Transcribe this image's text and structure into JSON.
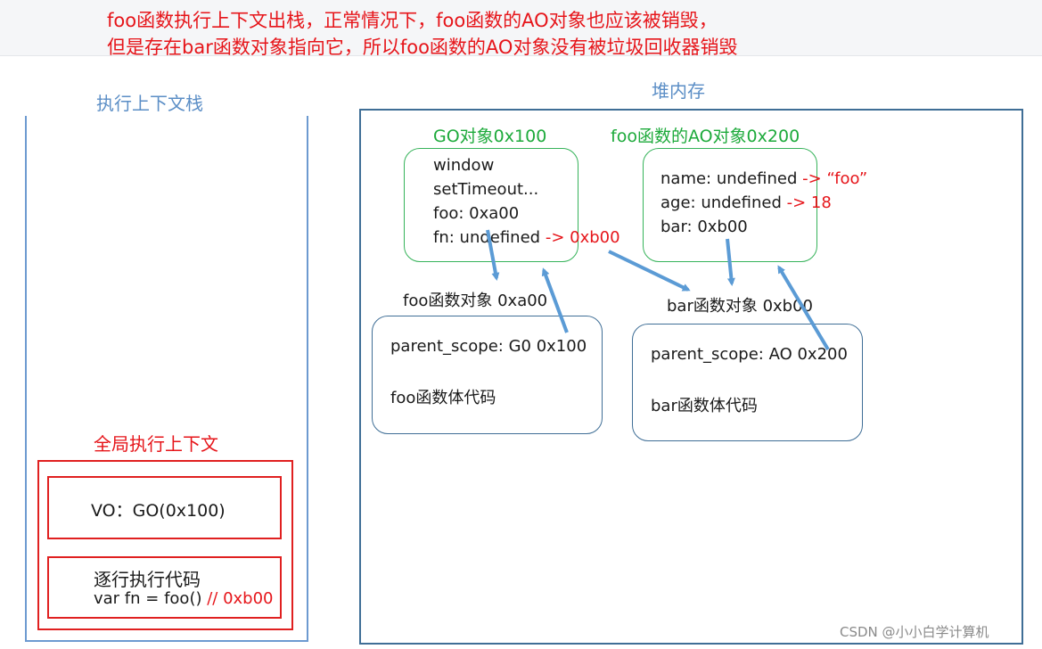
{
  "header": {
    "line1": "foo函数执行上下文出栈，正常情况下，foo函数的AO对象也应该被销毁，",
    "line2": "但是存在bar函数对象指向它，所以foo函数的AO对象没有被垃圾回收器销毁"
  },
  "stack": {
    "title": "执行上下文栈",
    "global_ctx_title": "全局执行上下文",
    "vo_label": "VO：GO(0x100)",
    "code_title": "逐行执行代码",
    "code_line": "var fn = foo()",
    "code_comment": "// 0xb00"
  },
  "heap": {
    "title": "堆内存",
    "go": {
      "title": "GO对象0x100",
      "items": [
        "window",
        "setTimeout...",
        "foo: 0xa00"
      ],
      "fn_label": "fn: undefined",
      "fn_update": "-> 0xb00"
    },
    "ao": {
      "title": "foo函数的AO对象0x200",
      "name_label": "name: undefined",
      "name_update": "-> “foo”",
      "age_label": "age: undefined",
      "age_update": "-> 18",
      "bar_label": "bar: 0xb00"
    },
    "foo_obj": {
      "title": "foo函数对象 0xa00",
      "scope": "parent_scope: G0 0x100",
      "body": "foo函数体代码"
    },
    "bar_obj": {
      "title": "bar函数对象 0xb00",
      "scope": "parent_scope: AO 0x200",
      "body": "bar函数体代码"
    }
  },
  "watermark": "CSDN @小小白学计算机",
  "colors": {
    "red": "#e6151a",
    "blue_title": "#5b8ec6",
    "green": "#1daa3b",
    "arrow": "#5b9bd5"
  }
}
